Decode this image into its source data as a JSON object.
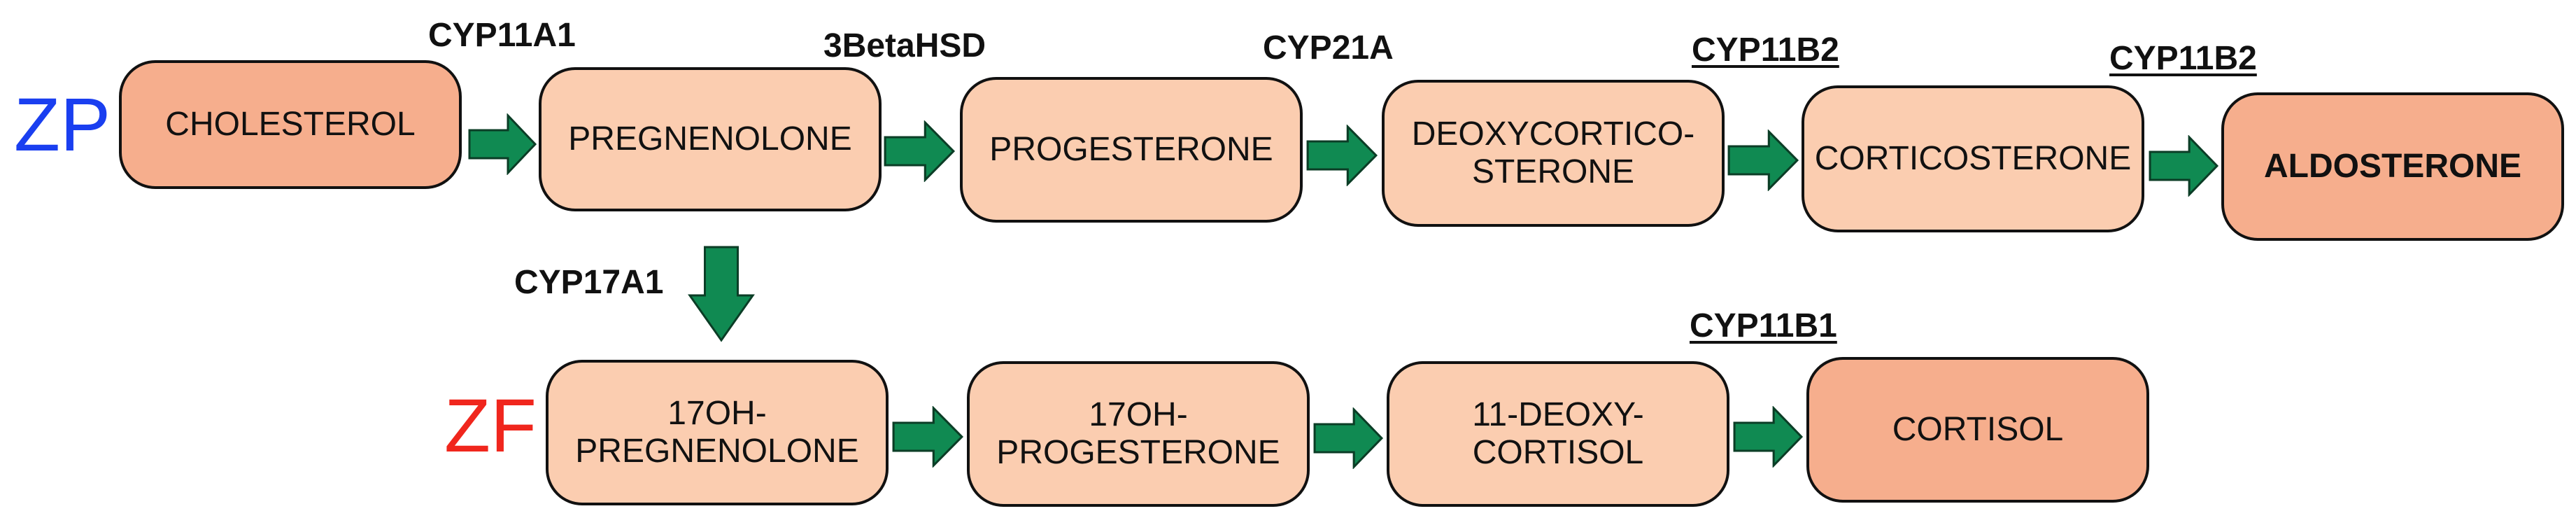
{
  "colors": {
    "node_fill": "#fbcdb0",
    "endpoint_fill": "#f6ae8d",
    "node_border": "#111111",
    "arrow_fill": "#108a52",
    "arrow_stroke": "#0b3d26",
    "zp_color": "#1a3ff0",
    "zf_color": "#f0261d"
  },
  "zones": {
    "zp": "ZP",
    "zf": "ZF"
  },
  "nodes": {
    "cholesterol": "CHOLESTEROL",
    "pregnenolone": "PREGNENOLONE",
    "progesterone": "PROGESTERONE",
    "deoxycorticosterone": "DEOXYCORTICO-\nSTERONE",
    "corticosterone": "CORTICOSTERONE",
    "aldosterone": "ALDOSTERONE",
    "oh_pregnenolone": "17OH-\nPREGNENOLONE",
    "oh_progesterone": "17OH-\nPROGESTERONE",
    "deoxycortisol": "11-DEOXY-\nCORTISOL",
    "cortisol": "CORTISOL"
  },
  "enzymes": {
    "cyp11a1": "CYP11A1",
    "hsd3b": "3BetaHSD",
    "cyp21a": "CYP21A",
    "cyp11b2_a": "CYP11B2",
    "cyp11b2_b": "CYP11B2",
    "cyp17a1": "CYP17A1",
    "cyp11b1": "CYP11B1"
  },
  "arrow_icon": "right-block-arrow"
}
